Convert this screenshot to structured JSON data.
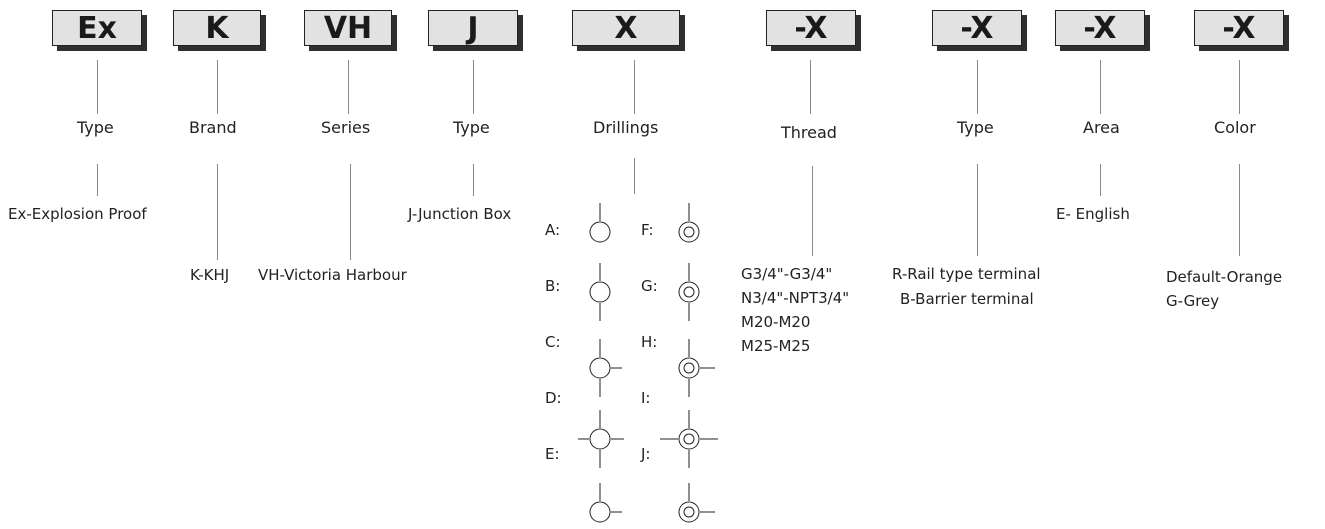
{
  "segments": [
    {
      "code": "Ex",
      "label": "Type",
      "values": [
        "Ex-Explosion Proof"
      ]
    },
    {
      "code": "K",
      "label": "Brand",
      "values": [
        "K-KHJ"
      ]
    },
    {
      "code": "VH",
      "label": "Series",
      "values": [
        "VH-Victoria Harbour"
      ]
    },
    {
      "code": "J",
      "label": "Type",
      "values": [
        "J-Junction Box"
      ]
    },
    {
      "code": "X",
      "label": "Drillings",
      "values": []
    },
    {
      "code": "-X",
      "label": "Thread",
      "values": [
        "G3/4\"-G3/4\"",
        "N3/4\"-NPT3/4\"",
        "M20-M20",
        "M25-M25"
      ]
    },
    {
      "code": "-X",
      "label": "Type",
      "values": [
        "R-Rail type terminal",
        "B-Barrier terminal"
      ]
    },
    {
      "code": "-X",
      "label": "Area",
      "values": [
        "E- English"
      ]
    },
    {
      "code": "-X",
      "label": "Color",
      "values": [
        "Default-Orange",
        "G-Grey"
      ]
    }
  ],
  "drillings": {
    "plain": [
      {
        "letter": "A:",
        "kind": "top"
      },
      {
        "letter": "B:",
        "kind": "top-bottom"
      },
      {
        "letter": "C:",
        "kind": "top-bottom-right"
      },
      {
        "letter": "D:",
        "kind": "top-bottom-left-right"
      },
      {
        "letter": "E:",
        "kind": "top-right"
      }
    ],
    "double": [
      {
        "letter": "F:",
        "kind": "top"
      },
      {
        "letter": "G:",
        "kind": "top-bottom"
      },
      {
        "letter": "H:",
        "kind": "top-bottom-right"
      },
      {
        "letter": "I:",
        "kind": "top-bottom-left-right"
      },
      {
        "letter": "J:",
        "kind": "top-right"
      }
    ]
  }
}
